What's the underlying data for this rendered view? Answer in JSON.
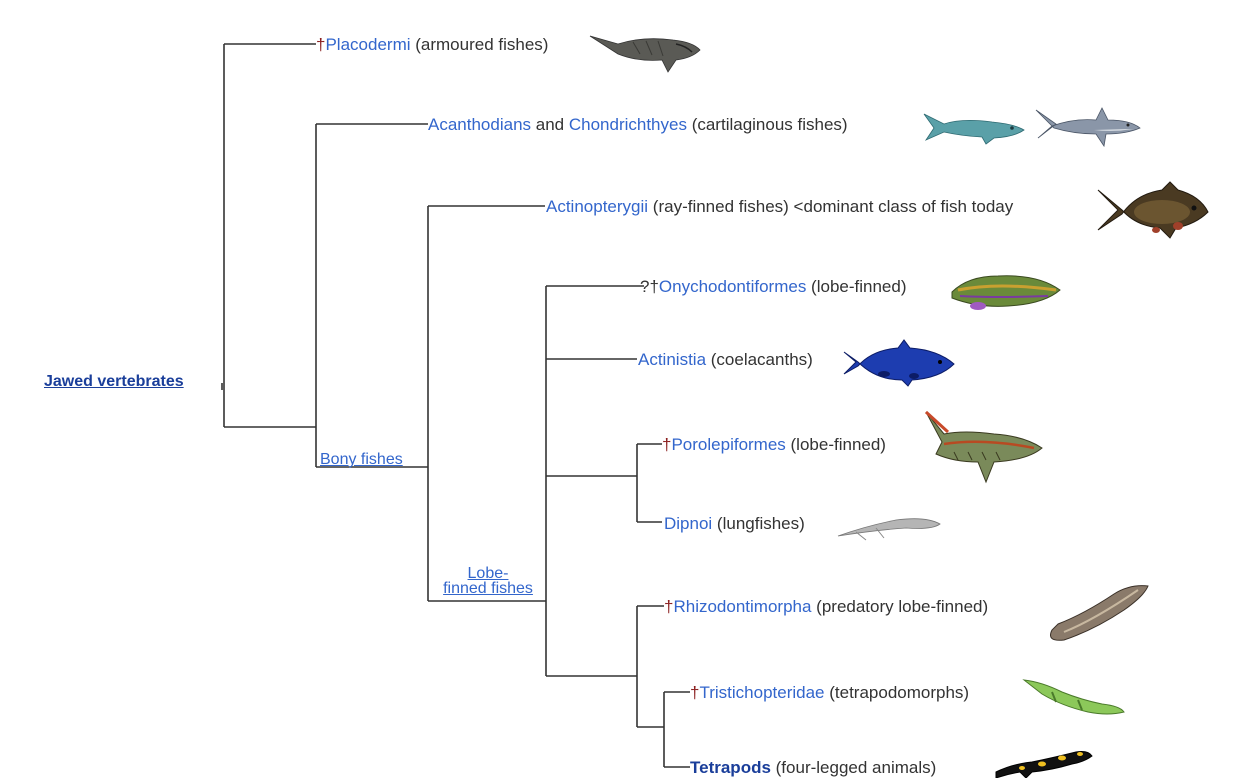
{
  "root": {
    "label": "Jawed vertebrates"
  },
  "internal_nodes": {
    "bony": "Bony fishes",
    "lobe_line1": "Lobe-",
    "lobe_line2": "finned fishes"
  },
  "taxa": [
    {
      "dagger": "†",
      "name": "Placodermi",
      "desc": " (armoured fishes)"
    },
    {
      "name": "Acanthodians",
      "joiner": " and ",
      "name2": "Chondrichthyes",
      "desc": " (cartilaginous fishes)"
    },
    {
      "name": "Actinopterygii",
      "desc": " (ray-finned fishes) <dominant class of fish today"
    },
    {
      "dagger": "?†",
      "name": "Onychodontiformes",
      "desc": " (lobe-finned)"
    },
    {
      "name": "Actinistia",
      "desc": " (coelacanths)"
    },
    {
      "dagger": "†",
      "name": "Porolepiformes",
      "desc": " (lobe-finned)"
    },
    {
      "name": "Dipnoi",
      "desc": " (lungfishes)"
    },
    {
      "dagger": "†",
      "name": "Rhizodontimorpha",
      "desc": " (predatory lobe-finned)"
    },
    {
      "dagger": "†",
      "name": "Tristichopteridae",
      "desc": " (tetrapodomorphs)"
    },
    {
      "name": "Tetrapods",
      "desc": " (four-legged animals)"
    }
  ],
  "colors": {
    "link": "#3366cc",
    "dagger": "#8b2020",
    "line": "#333333",
    "text": "#333333"
  },
  "icons": {
    "placodermi": "placoderm-fish-icon",
    "acanthodian": "acanthodian-fish-icon",
    "shark": "shark-icon",
    "carp": "carp-icon",
    "onychodont": "onychodont-fish-icon",
    "coelacanth": "coelacanth-icon",
    "porolepiform": "porolepiform-fish-icon",
    "lungfish": "lungfish-icon",
    "rhizodont": "rhizodont-fish-icon",
    "tristichopterid": "tristichopterid-icon",
    "salamander": "salamander-icon"
  }
}
